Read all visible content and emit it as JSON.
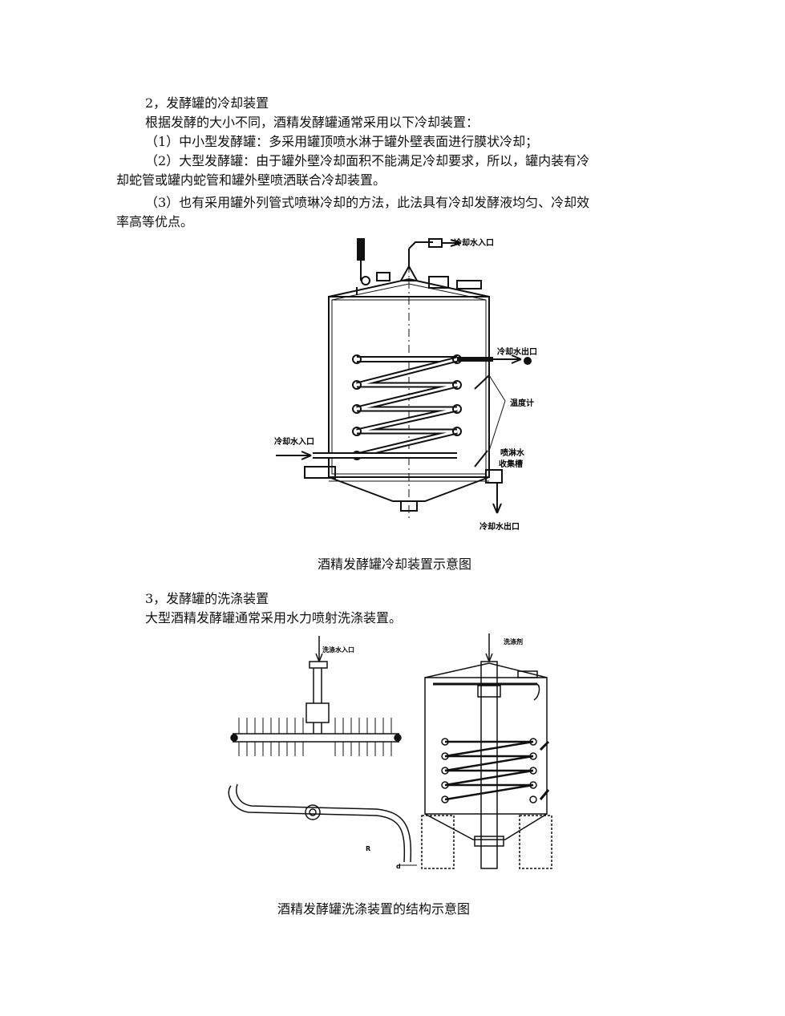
{
  "section2": {
    "heading": "2，发酵罐的冷却装置",
    "intro": "根据发酵的大小不同，酒精发酵罐通常采用以下冷却装置：",
    "item1": "（1）中小型发酵罐：多采用罐顶喷水淋于罐外壁表面进行膜状冷却；",
    "item2_line1": "（2）大型发酵罐：由于罐外壁冷却面积不能满足冷却要求，所以，罐内装有冷",
    "item2_line2": "却蛇管或罐内蛇管和罐外壁喷洒联合冷却装置。",
    "item3_line1": "（3）也有采用罐外列管式喷琳冷却的方法，此法具有冷却发酵液均匀、冷却效",
    "item3_line2": "率高等优点。"
  },
  "figure1": {
    "labels": {
      "inlet_top": "冷却水入口",
      "outlet_right": "冷却水出口",
      "thermometer": "温度计",
      "inlet_left": "冷却水入口",
      "spray_collect_1": "喷淋水",
      "spray_collect_2": "收集槽",
      "outlet_bottom": "冷却水出口"
    },
    "caption": "酒精发酵罐冷却装置示意图"
  },
  "section3": {
    "heading": "3，发酵罐的洗涤装置",
    "intro": "大型酒精发酵罐通常采用水力喷射洗涤装置。"
  },
  "figure2": {
    "labels": {
      "wash_inlet": "洗涤水入口",
      "detergent": "洗涤剂",
      "r_label": "R",
      "d_label": "d"
    },
    "caption": "酒精发酵罐洗涤装置的结构示意图"
  }
}
